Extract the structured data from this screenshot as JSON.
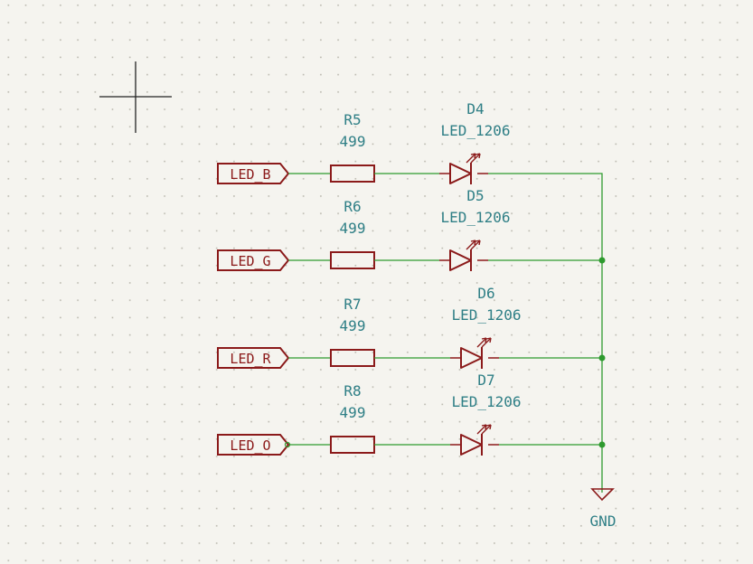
{
  "colors": {
    "background": "#f5f4ef",
    "grid_dot": "#b9b7ad",
    "wire": "#2e9a2e",
    "symbol": "#8b1a1a",
    "label_text": "#8b1a1a",
    "ref_text": "#2f7f86"
  },
  "cursor": {
    "icon": "crosshair-icon"
  },
  "labels": {
    "led_b": "LED_B",
    "led_g": "LED_G",
    "led_r": "LED_R",
    "led_o": "LED_O"
  },
  "resistors": {
    "r5": {
      "ref": "R5",
      "value": "499"
    },
    "r6": {
      "ref": "R6",
      "value": "499"
    },
    "r7": {
      "ref": "R7",
      "value": "499"
    },
    "r8": {
      "ref": "R8",
      "value": "499"
    }
  },
  "diodes": {
    "d4": {
      "ref": "D4",
      "value": "LED_1206"
    },
    "d5": {
      "ref": "D5",
      "value": "LED_1206"
    },
    "d6": {
      "ref": "D6",
      "value": "LED_1206"
    },
    "d7": {
      "ref": "D7",
      "value": "LED_1206"
    }
  },
  "power": {
    "gnd": "GND"
  }
}
